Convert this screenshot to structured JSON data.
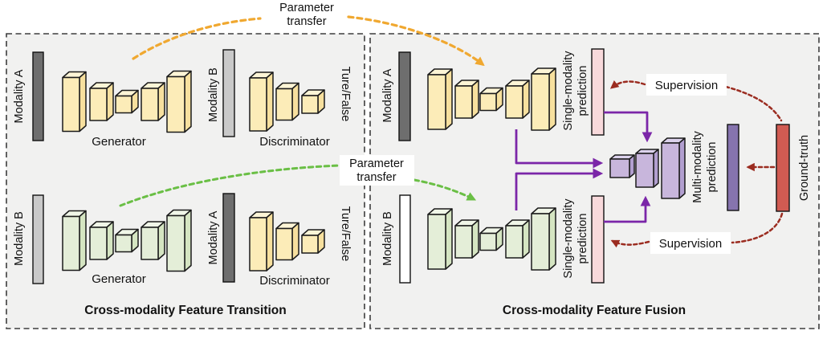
{
  "colors": {
    "panel_bg": "#f1f1f0",
    "panel_border": "#3d3d3d",
    "bar_dark": "#6e6e6e",
    "bar_light": "#c9c9c9",
    "bar_white": "#ffffff",
    "bar_pink": "#f8d9db",
    "bar_purple": "#8674ae",
    "bar_red": "#d15b52",
    "box_yellow": {
      "front": "#fcecb8",
      "top": "#fdf5d6",
      "side": "#f7e09e"
    },
    "box_green": {
      "front": "#e4eed8",
      "top": "#f0f6e8",
      "side": "#d5e5c2"
    },
    "box_purple": {
      "front": "#c8b6dc",
      "top": "#dcd2ec",
      "side": "#b29fd0"
    },
    "arrow_purple": "#7b26a8",
    "arrow_red": "#9b2c20",
    "supervision_text": "#cf4232",
    "orange_dash": "#f0a830",
    "orange_text": "#f0975c",
    "green_dash": "#6abf45",
    "green_text": "#11a45e"
  },
  "transition_panel": {
    "title": "Cross-modality Feature Transition",
    "top_row": {
      "input": "Modality A",
      "generator": "Generator",
      "intermediate": "Modality B",
      "discriminator": "Discriminator",
      "output": "Ture/False"
    },
    "bottom_row": {
      "input": "Modality B",
      "generator": "Generator",
      "intermediate": "Modality A",
      "discriminator": "Discriminator",
      "output": "Ture/False"
    }
  },
  "fusion_panel": {
    "title": "Cross-modality Feature Fusion",
    "top_row": {
      "input": "Modality A",
      "prediction_line1": "Single-modality",
      "prediction_line2": "prediction"
    },
    "bottom_row": {
      "input": "Modality B",
      "prediction_line1": "Single-modality",
      "prediction_line2": "prediction"
    },
    "multi_prediction_line1": "Multi-modality",
    "multi_prediction_line2": "prediction",
    "ground_truth": "Ground-truth",
    "supervision_top": "Supervision",
    "supervision_bottom": "Supervision"
  },
  "annotations": {
    "parameter_transfer_top": {
      "line1": "Parameter",
      "line2": "transfer"
    },
    "parameter_transfer_middle": {
      "line1": "Parameter",
      "line2": "transfer"
    }
  }
}
